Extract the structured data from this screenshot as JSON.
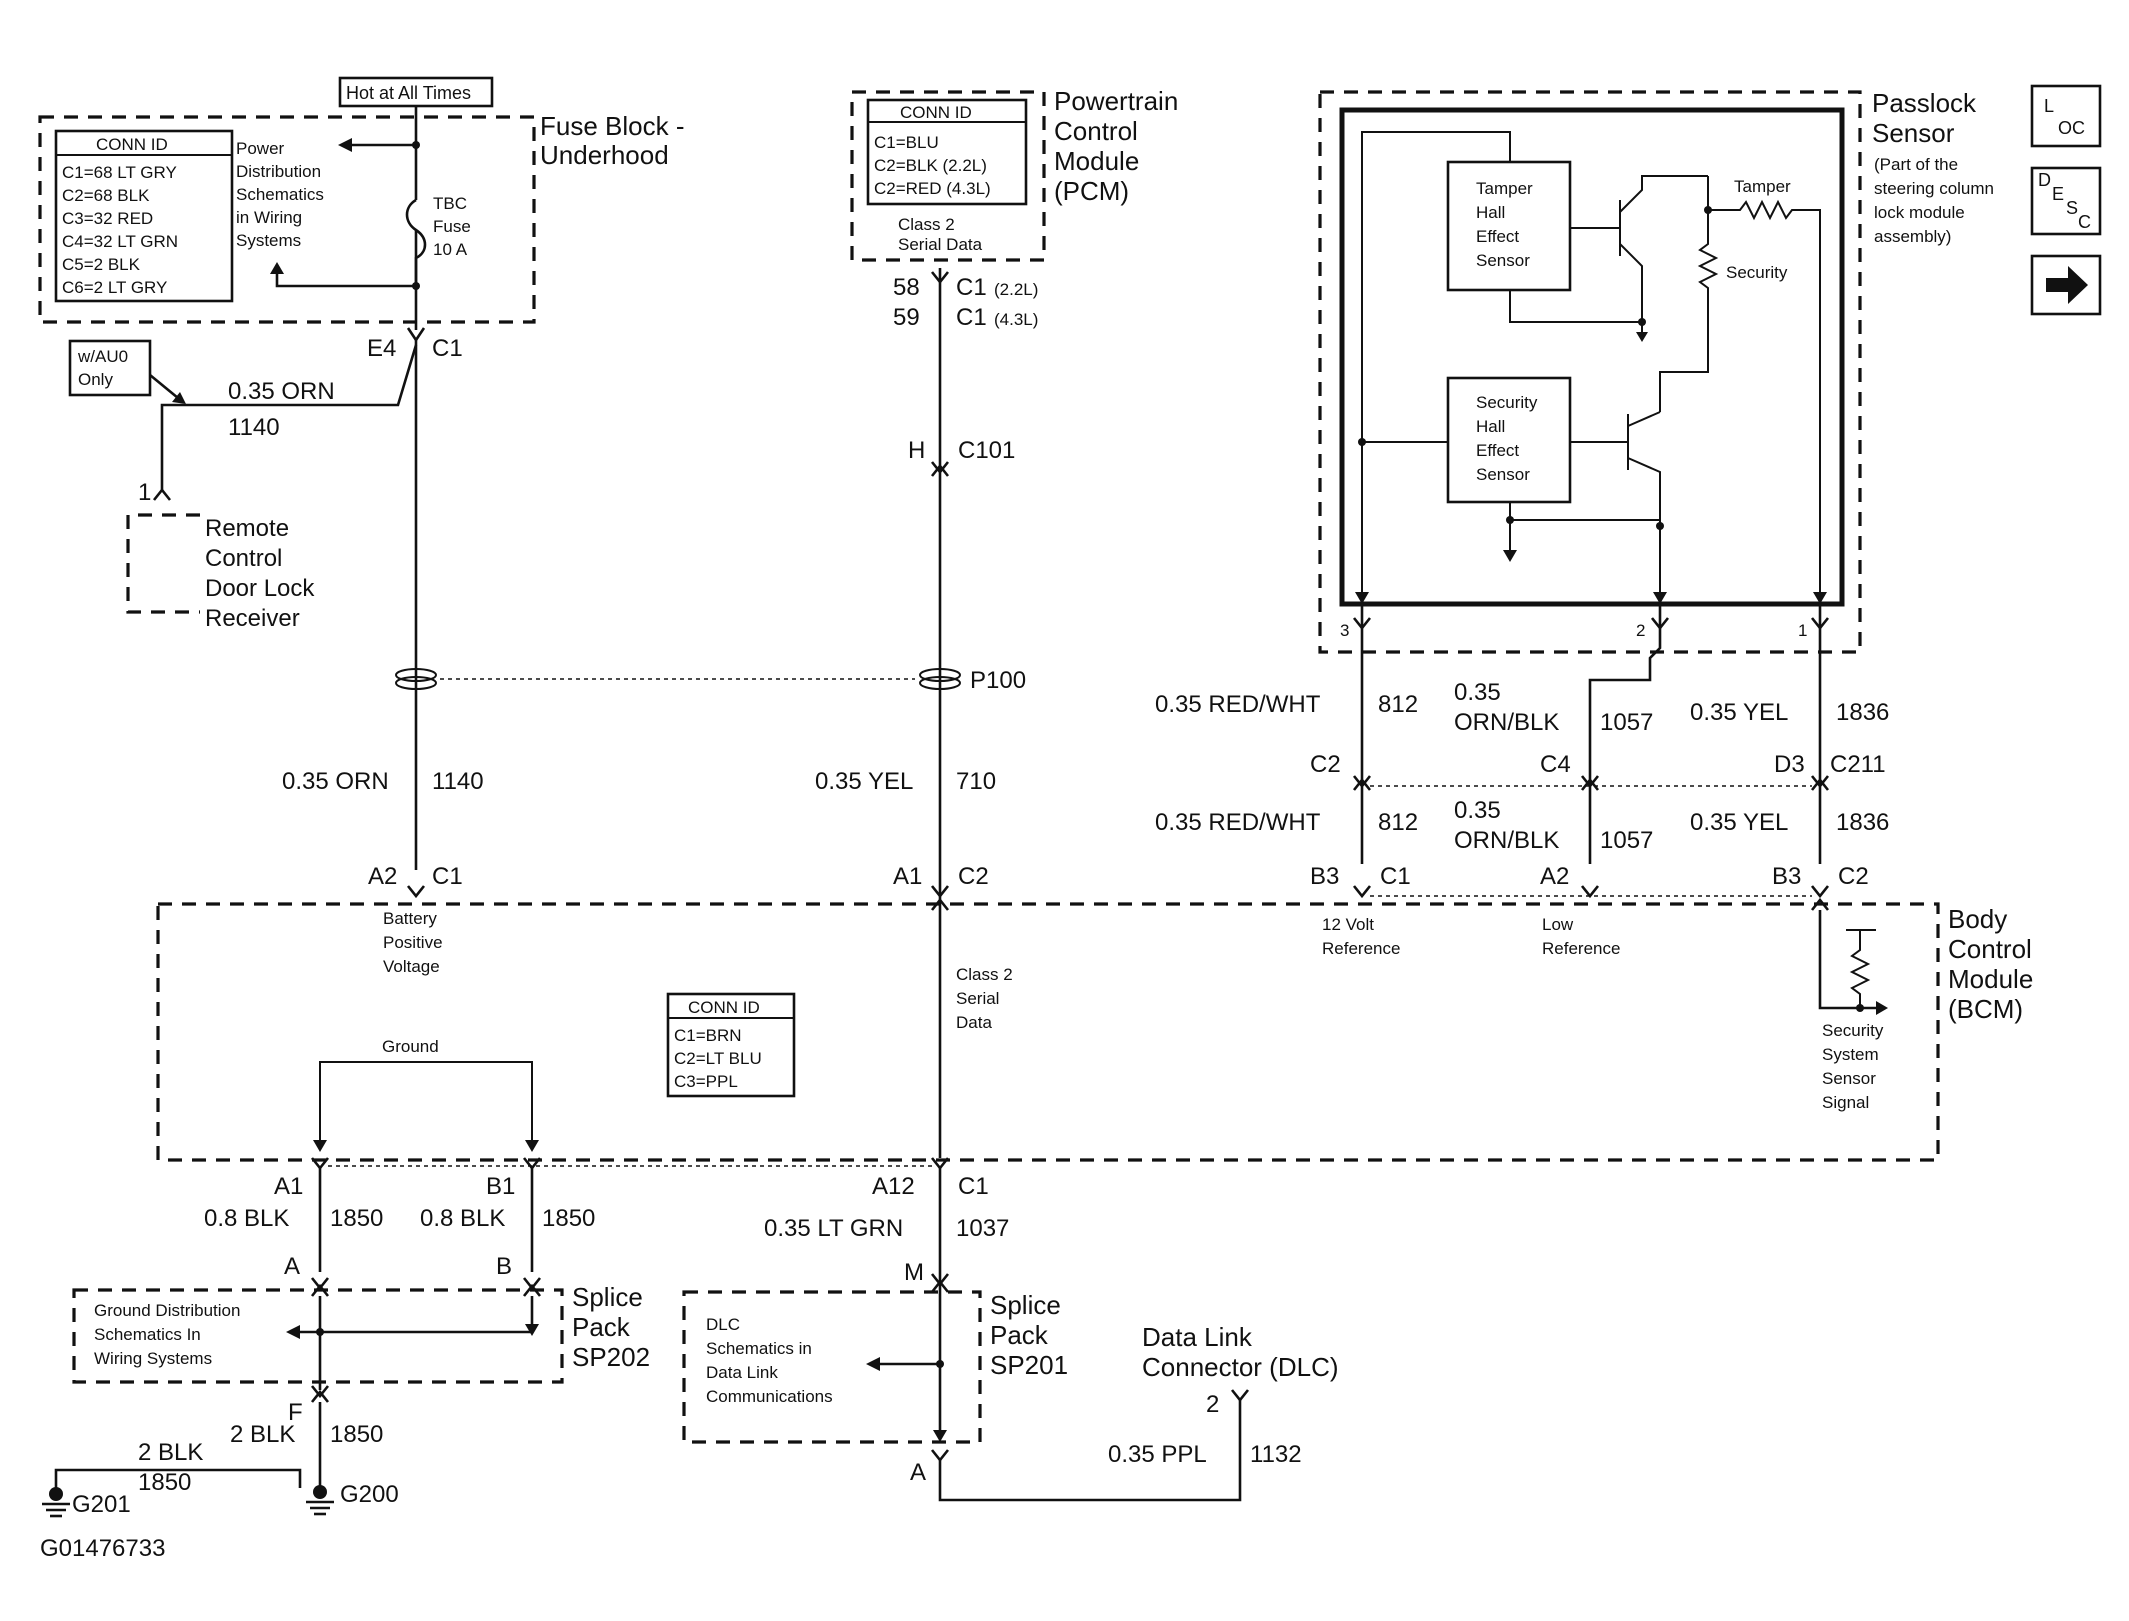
{
  "fuse_block": {
    "title_line1": "Fuse Block -",
    "title_line2": "Underhood",
    "hot_label": "Hot at All Times",
    "conn_id_header": "CONN ID",
    "conn_ids": [
      "C1=68 LT GRY",
      "C2=68 BLK",
      "C3=32 RED",
      "C4=32 LT GRN",
      "C5=2 BLK",
      "C6=2 LT GRY"
    ],
    "power_dist": [
      "Power",
      "Distribution",
      "Schematics",
      "in Wiring",
      "Systems"
    ],
    "fuse": [
      "TBC",
      "Fuse",
      "10 A"
    ],
    "pin": "E4",
    "connector": "C1"
  },
  "option_tag": [
    "w/AU0",
    "Only"
  ],
  "wire_orn_1140_top": {
    "gauge": "0.35 ORN",
    "circuit": "1140"
  },
  "remote_receiver": {
    "pin": "1",
    "label": [
      "Remote",
      "Control",
      "Door Lock",
      "Receiver"
    ]
  },
  "pcm": {
    "title": [
      "Powertrain",
      "Control",
      "Module",
      "(PCM)"
    ],
    "conn_id_header": "CONN ID",
    "conn_ids": [
      "C1=BLU",
      "C2=BLK (2.2L)",
      "C2=RED (4.3L)"
    ],
    "class2": [
      "Class 2",
      "Serial Data"
    ],
    "pin_58": "58",
    "pin_58_conn": "C1",
    "pin_58_note": "(2.2L)",
    "pin_59": "59",
    "pin_59_conn": "C1",
    "pin_59_note": "(4.3L)"
  },
  "c101": {
    "pin": "H",
    "connector": "C101"
  },
  "p100": "P100",
  "wire_orn_1140": {
    "gauge": "0.35 ORN",
    "circuit": "1140"
  },
  "wire_yel_710": {
    "gauge": "0.35 YEL",
    "circuit": "710"
  },
  "passlock": {
    "title": [
      "Passlock",
      "Sensor"
    ],
    "note": [
      "(Part of the",
      "steering column",
      "lock module",
      "assembly)"
    ],
    "tamper_sensor": [
      "Tamper",
      "Hall",
      "Effect",
      "Sensor"
    ],
    "security_sensor": [
      "Security",
      "Hall",
      "Effect",
      "Sensor"
    ],
    "tamper_res": "Tamper",
    "security_res": "Security",
    "pins": [
      "3",
      "2",
      "1"
    ]
  },
  "right_wires": {
    "w812": {
      "gauge": "0.35 RED/WHT",
      "circuit": "812"
    },
    "w1057": {
      "gauge_l1": "0.35",
      "gauge_l2": "ORN/BLK",
      "circuit": "1057"
    },
    "w1836": {
      "gauge": "0.35 YEL",
      "circuit": "1836"
    },
    "c211_pins": [
      "C2",
      "C4",
      "D3"
    ],
    "c211": "C211"
  },
  "bcm": {
    "title": [
      "Body",
      "Control",
      "Module",
      "(BCM)"
    ],
    "pins": {
      "a2": "A2",
      "c1a": "C1",
      "a1": "A1",
      "c2a": "C2",
      "b3": "B3",
      "c1b": "C1",
      "a2b": "A2",
      "b3b": "B3",
      "c2b": "C2"
    },
    "battery": [
      "Battery",
      "Positive",
      "Voltage"
    ],
    "class2": [
      "Class 2",
      "Serial",
      "Data"
    ],
    "ref12": [
      "12 Volt",
      "Reference"
    ],
    "lowref": [
      "Low",
      "Reference"
    ],
    "sec_signal": [
      "Security",
      "System",
      "Sensor",
      "Signal"
    ],
    "ground": "Ground",
    "conn_id_header": "CONN ID",
    "conn_ids": [
      "C1=BRN",
      "C2=LT BLU",
      "C3=PPL"
    ]
  },
  "bottom": {
    "a1": "A1",
    "b1": "B1",
    "a12": "A12",
    "c1": "C1",
    "w1850a": {
      "gauge": "0.8 BLK",
      "circuit": "1850"
    },
    "w1850b": {
      "gauge": "0.8 BLK",
      "circuit": "1850"
    },
    "w1037": {
      "gauge": "0.35 LT GRN",
      "circuit": "1037"
    },
    "sp202_pins": [
      "A",
      "B",
      "F"
    ],
    "sp202": [
      "Splice",
      "Pack",
      "SP202"
    ],
    "ground_dist": [
      "Ground Distribution",
      "Schematics In",
      "Wiring Systems"
    ],
    "sp201_pins": [
      "M",
      "A"
    ],
    "sp201": [
      "Splice",
      "Pack",
      "SP201"
    ],
    "dlc_sch": [
      "DLC",
      "Schematics in",
      "Data Link",
      "Communications"
    ],
    "dlc": [
      "Data Link",
      "Connector (DLC)"
    ],
    "dlc_pin": "2",
    "w1132": {
      "gauge": "0.35 PPL",
      "circuit": "1132"
    },
    "w2blk_f": {
      "gauge": "2 BLK",
      "circuit": "1850"
    },
    "w2blk_g": {
      "gauge": "2 BLK",
      "circuit": "1850"
    },
    "g201": "G201",
    "g200": "G200"
  },
  "nav": {
    "loc_l": "L",
    "loc_oc": "OC",
    "desc_d": "D",
    "desc_e": "E",
    "desc_s": "S",
    "desc_c": "C"
  },
  "figure_id": "G01476733"
}
